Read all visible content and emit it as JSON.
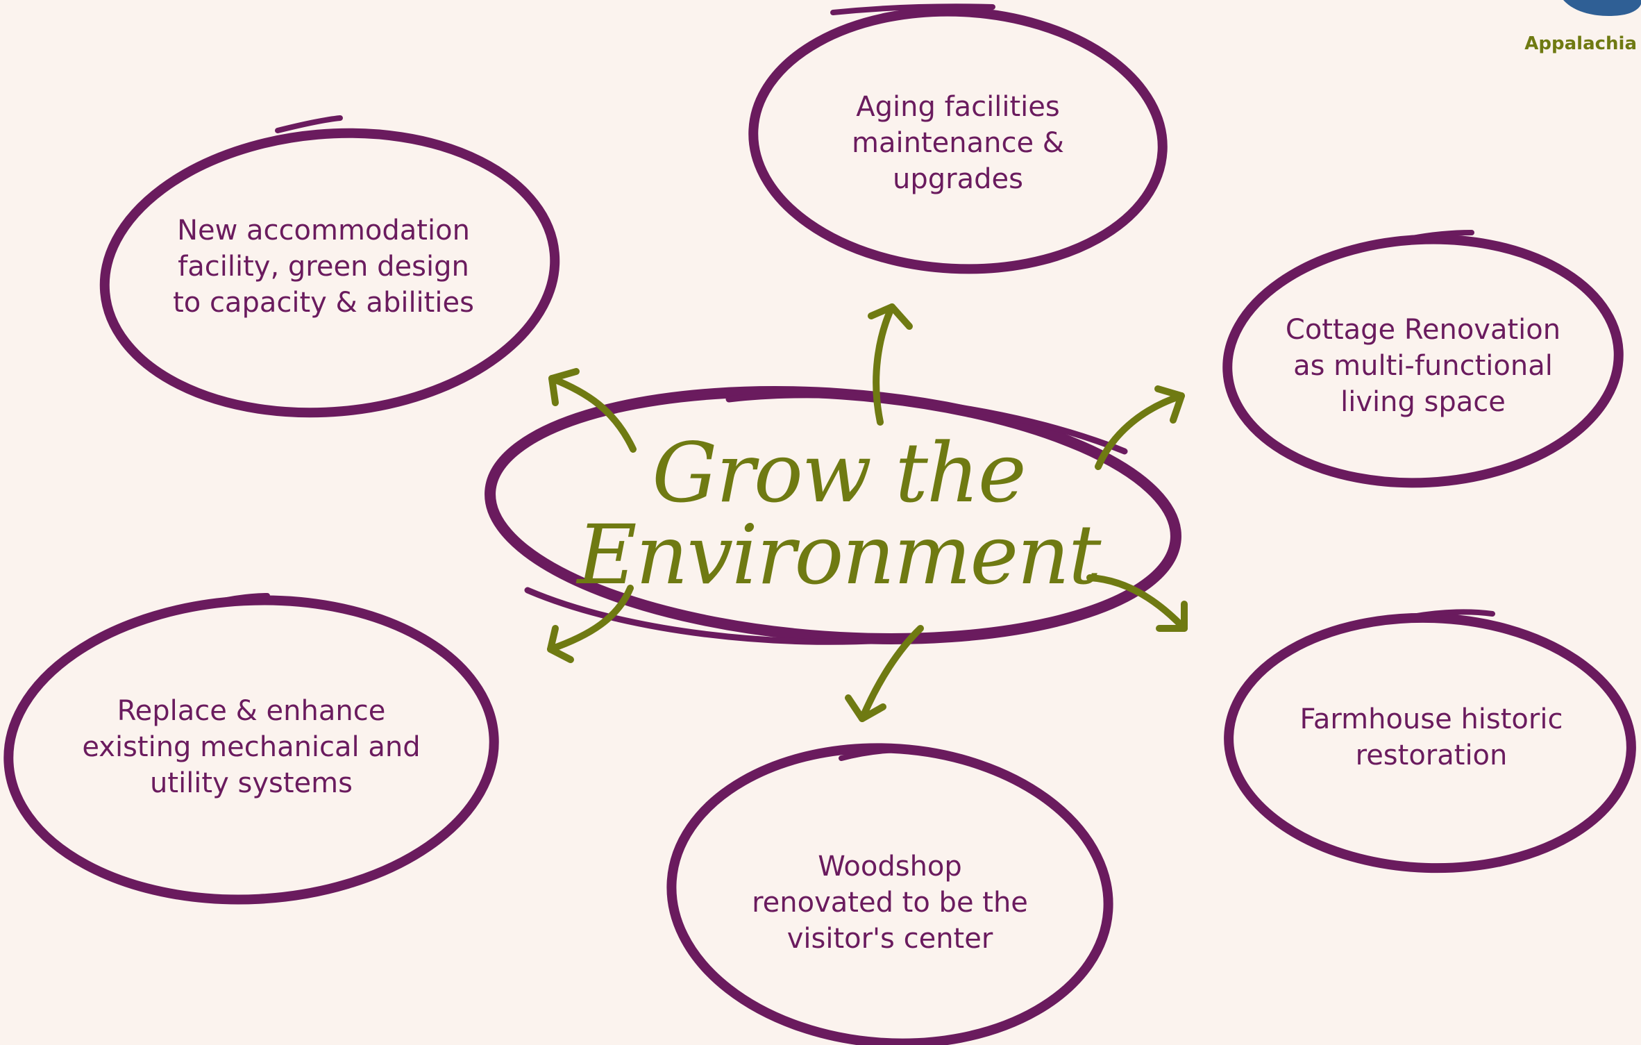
{
  "title": {
    "line1": "Grow the",
    "line2": "Environment"
  },
  "nodes": [
    {
      "id": "new-accommodation",
      "lines": [
        "New accommodation",
        "facility, green design",
        "to capacity & abilities"
      ]
    },
    {
      "id": "aging-facilities",
      "lines": [
        "Aging facilities",
        "maintenance &",
        "upgrades"
      ]
    },
    {
      "id": "cottage-renovation",
      "lines": [
        "Cottage Renovation",
        "as multi-functional",
        "living space"
      ]
    },
    {
      "id": "replace-systems",
      "lines": [
        "Replace & enhance",
        "existing mechanical and",
        "utility systems"
      ]
    },
    {
      "id": "woodshop",
      "lines": [
        "Woodshop",
        "renovated to be the",
        "visitor's center"
      ]
    },
    {
      "id": "farmhouse",
      "lines": [
        "Farmhouse historic",
        "restoration"
      ]
    }
  ],
  "brand": {
    "label": "Appalachia"
  },
  "colors": {
    "ring": "#6a1b5e",
    "arrow": "#6f7a12",
    "text": "#6a1b5e",
    "background": "#fbf3ee",
    "logo": "#2f5f95"
  }
}
